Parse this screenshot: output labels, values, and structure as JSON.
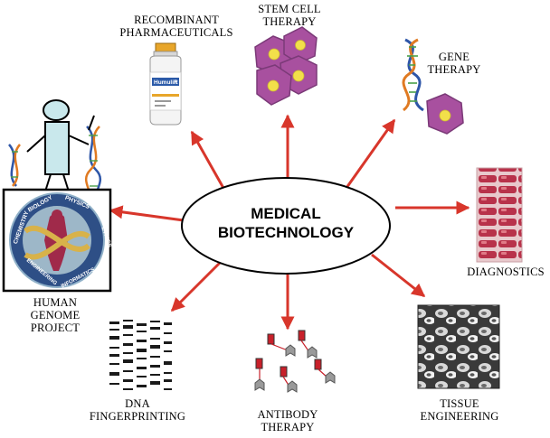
{
  "center": {
    "line1": "MEDICAL",
    "line2": "BIOTECHNOLOGY"
  },
  "labels": {
    "recombinant": [
      "RECOMBINANT",
      "PHARMACEUTICALS"
    ],
    "stem_cell": [
      "STEM CELL",
      "THERAPY"
    ],
    "gene": [
      "GENE",
      "THERAPY"
    ],
    "diagnostics": [
      "DIAGNOSTICS"
    ],
    "tissue": [
      "TISSUE",
      "ENGINEERING"
    ],
    "antibody": [
      "ANTIBODY",
      "THERAPY"
    ],
    "dna": [
      "DNA",
      "FINGERPRINTING"
    ],
    "human_genome": [
      "HUMAN",
      "GENOME",
      "PROJECT"
    ]
  },
  "vial": {
    "brand": "Humulin",
    "suffix": "R"
  },
  "logo_words": [
    "CHEMISTRY",
    "BIOLOGY",
    "PHYSICS",
    "ETHICS",
    "ENGINEERING",
    "INFORMATICS"
  ],
  "colors": {
    "arrow": "#d8362b",
    "cell_fill": "#a8509f",
    "cell_stroke": "#7b3a78",
    "nucleus": "#f2e04a",
    "logo_blue": "#2e4f86",
    "logo_gold": "#d8b24a",
    "logo_red": "#a02a4a"
  }
}
